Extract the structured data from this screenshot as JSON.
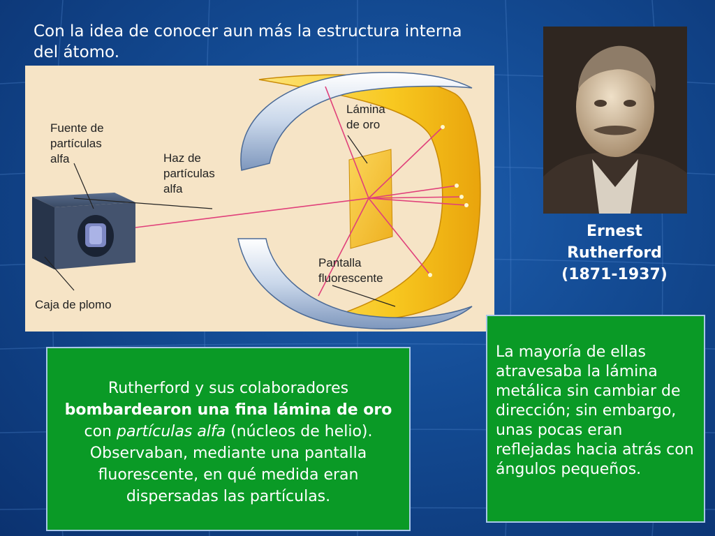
{
  "intro_text": "Con la idea de conocer aun más la estructura interna del átomo.",
  "diagram": {
    "labels": {
      "source": [
        "Fuente de",
        "partículas",
        "alfa"
      ],
      "beam": [
        "Haz de",
        "partículas",
        "alfa"
      ],
      "foil": [
        "Lámina",
        "de oro"
      ],
      "screen": [
        "Pantalla",
        "fluorescente"
      ],
      "lead_box": "Caja de plomo"
    }
  },
  "portrait": {
    "name_line1": "Ernest",
    "name_line2": "Rutherford",
    "years": "(1871-1937)"
  },
  "box_left": {
    "t1": "Rutherford y sus colaboradores ",
    "b1": "bombardearon una fina lámina de oro",
    "t2": " con ",
    "i1": "partículas alfa",
    "t3": " (núcleos de helio). Observaban, mediante una pantalla fluorescente, en qué medida eran dispersadas las partículas."
  },
  "box_right": {
    "text": "La mayoría de ellas atravesaba la lámina metálica sin cambiar de dirección; sin embargo, unas pocas eran reflejadas hacia atrás con ángulos pequeños."
  },
  "colors": {
    "background": "#134a92",
    "box_green": "#0a9a26",
    "diagram_bg": "#f6e4c6",
    "gold": "#f8c820",
    "beam": "#e0407a"
  }
}
